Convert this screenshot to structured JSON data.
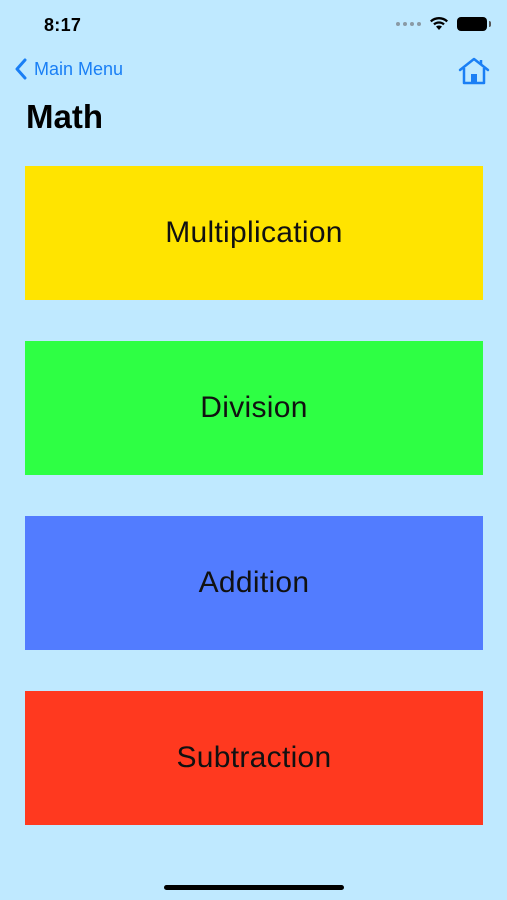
{
  "status": {
    "time": "8:17"
  },
  "nav": {
    "back_label": "Main Menu",
    "accent_color": "#1a7ff5"
  },
  "page": {
    "title": "Math",
    "background": "#bfe9ff"
  },
  "tiles": [
    {
      "label": "Multiplication",
      "color": "#ffe400"
    },
    {
      "label": "Division",
      "color": "#2eff44"
    },
    {
      "label": "Addition",
      "color": "#527cff"
    },
    {
      "label": "Subtraction",
      "color": "#ff391f"
    }
  ],
  "icons": [
    "chevron-left-icon",
    "home-icon",
    "wifi-icon",
    "battery-icon",
    "cellular-icon"
  ]
}
